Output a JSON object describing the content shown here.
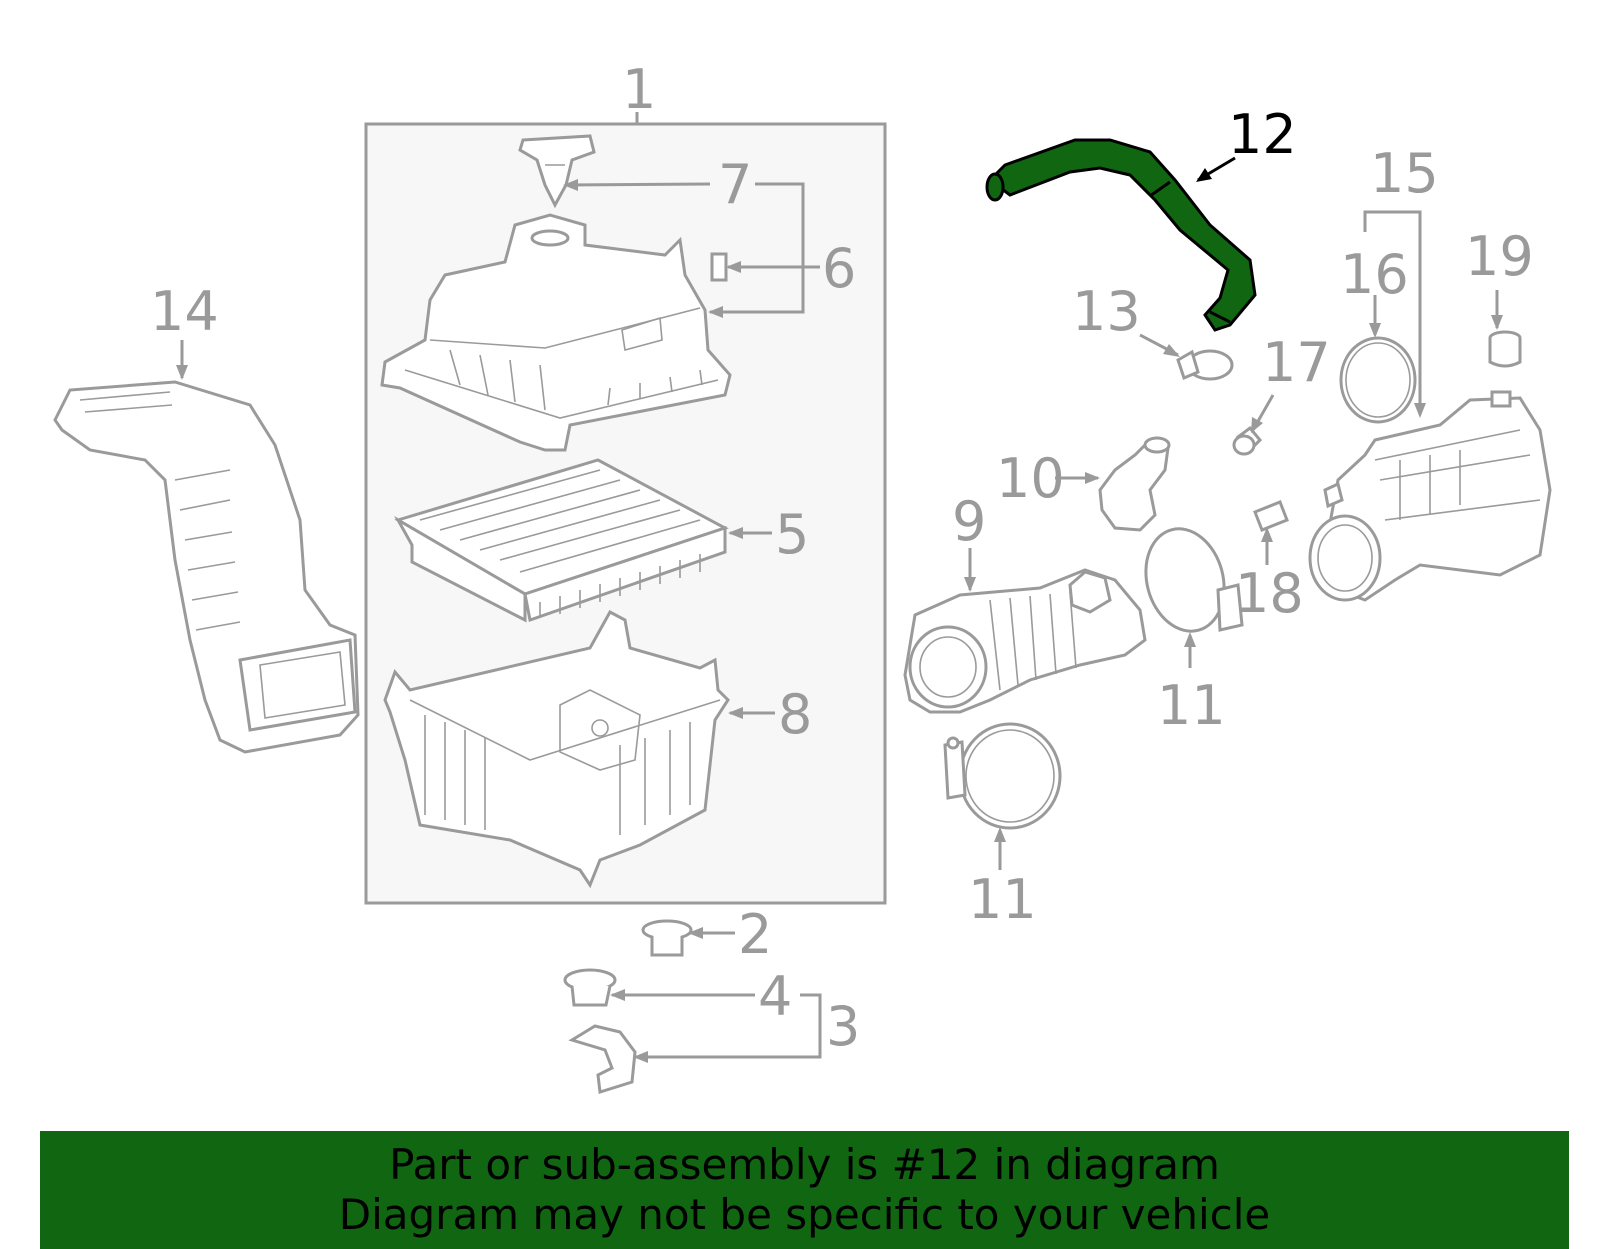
{
  "callouts": {
    "n1": "1",
    "n2": "2",
    "n3": "3",
    "n4": "4",
    "n5": "5",
    "n6": "6",
    "n7": "7",
    "n8": "8",
    "n9": "9",
    "n10": "10",
    "n11a": "11",
    "n11b": "11",
    "n12": "12",
    "n13": "13",
    "n14": "14",
    "n15": "15",
    "n16": "16",
    "n17": "17",
    "n18": "18",
    "n19": "19"
  },
  "highlight": {
    "part_number": "12",
    "color": "#116611"
  },
  "banner": {
    "line1": "Part or sub-assembly is #12 in diagram",
    "line2": "Diagram may not be specific to your vehicle"
  },
  "colors": {
    "outline": "#9a9a9a",
    "banner_bg": "#116611",
    "box_fill": "#f7f7f7"
  }
}
